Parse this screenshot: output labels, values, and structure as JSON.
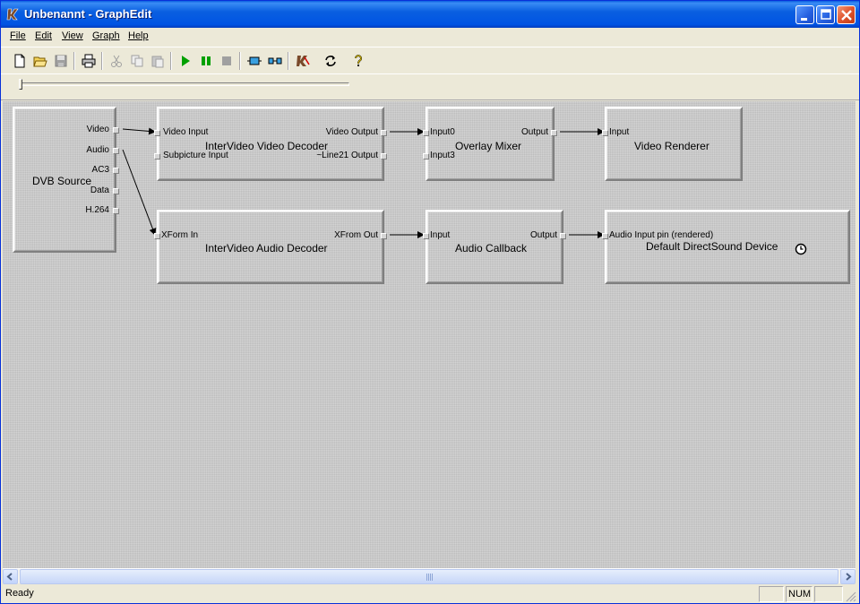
{
  "window": {
    "title": "Unbenannt - GraphEdit"
  },
  "menu": {
    "items": [
      "File",
      "Edit",
      "View",
      "Graph",
      "Help"
    ]
  },
  "toolbar": {
    "buttons": [
      "new-icon",
      "open-icon",
      "save-icon",
      "print-icon",
      "cut-icon",
      "copy-icon",
      "paste-icon",
      "play-icon",
      "pause-icon",
      "stop-icon",
      "seek-icon",
      "connect-filters-icon",
      "mute-icon",
      "refresh-icon",
      "help-icon"
    ]
  },
  "seek": {
    "position": 0
  },
  "graph": {
    "filters": {
      "dvb_source": {
        "name": "DVB Source",
        "pins": [
          "Video",
          "Audio",
          "AC3",
          "Data",
          "H.264"
        ]
      },
      "video_decoder": {
        "name": "InterVideo Video Decoder",
        "in_pins": [
          "Video Input",
          "Subpicture Input"
        ],
        "out_pins": [
          "Video Output",
          "~Line21 Output"
        ]
      },
      "overlay_mixer": {
        "name": "Overlay Mixer",
        "in_pins": [
          "Input0",
          "Input3"
        ],
        "out_pins": [
          "Output"
        ]
      },
      "video_renderer": {
        "name": "Video Renderer",
        "in_pins": [
          "Input"
        ]
      },
      "audio_decoder": {
        "name": "InterVideo Audio Decoder",
        "in_pins": [
          "XForm In"
        ],
        "out_pins": [
          "XFrom Out"
        ]
      },
      "audio_callback": {
        "name": "Audio Callback",
        "in_pins": [
          "Input"
        ],
        "out_pins": [
          "Output"
        ]
      },
      "directsound": {
        "name": "Default DirectSound Device",
        "in_pins": [
          "Audio Input pin (rendered)"
        ],
        "clock_icon": "clock-icon"
      }
    }
  },
  "status": {
    "text": "Ready",
    "indicator": "NUM"
  },
  "colors": {
    "title_bar": "#0054e3",
    "canvas": "#c9c9c9",
    "play": "#00a000"
  }
}
